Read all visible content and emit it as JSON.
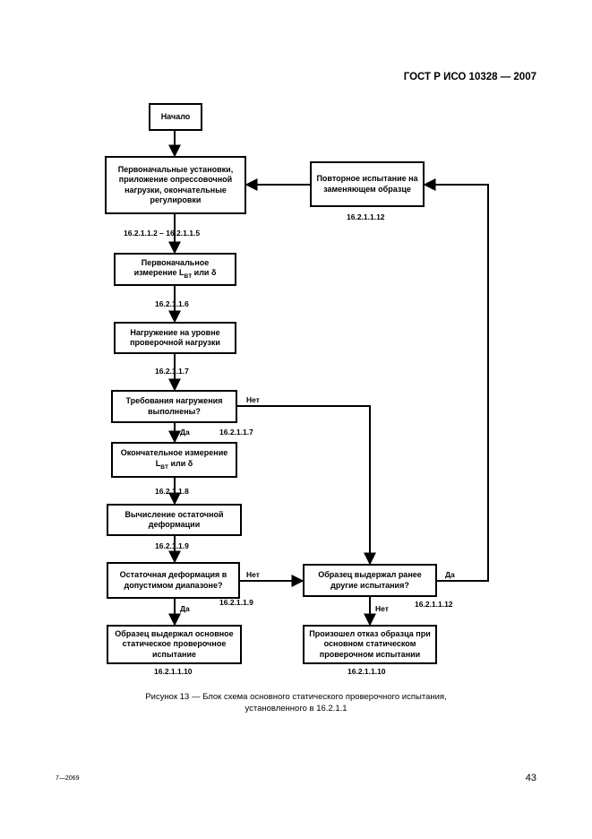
{
  "header": {
    "standard": "ГОСТ Р ИСО 10328 — 2007"
  },
  "boxes": {
    "start": "Начало",
    "initial_setup": "Первоначальные установки, приложение опрессовочной нагрузки, окончательные регулировки",
    "retest": "Повторное испытание на заменяющем образце",
    "initial_measure_pre": "Первоначальное измерение L",
    "initial_measure_sub": "BT",
    "initial_measure_post": " или δ",
    "loading": "Нагружение на уровне проверочной нагрузки",
    "requirements": "Требования нагружения выполнены?",
    "final_measure_pre": "Окончательное измерение L",
    "final_measure_sub": "BT",
    "final_measure_post": " или δ",
    "residual_calc": "Вычисление остаточной деформации",
    "residual_ok": "Остаточная деформация в допустимом диапазоне?",
    "passed_other": "Образец выдержал ранее другие испытания?",
    "sample_passed": "Образец выдержал основное статическое проверочное испытание",
    "sample_failed": "Произошел отказ образца при основном статическом проверочном испытании"
  },
  "labels": {
    "ref_setup": "16.2.1.1.2 – 16.2.1.1.5",
    "ref_retest": "16.2.1.1.12",
    "ref_initial_measure": "16.2.1.1.6",
    "ref_loading": "16.2.1.1.7",
    "ref_requirements": "16.2.1.1.7",
    "ref_final_measure": "16.2.1.1.8",
    "ref_residual_calc": "16.2.1.1.9",
    "ref_residual_ok": "16.2.1.1.9",
    "ref_passed_other": "16.2.1.1.12",
    "ref_sample_passed": "16.2.1.1.10",
    "ref_sample_failed": "16.2.1.1.10",
    "no_requirements": "Нет",
    "yes_requirements": "Да",
    "no_residual": "Нет",
    "yes_residual": "Да",
    "yes_passed_other": "Да",
    "no_passed_other": "Нет"
  },
  "caption": {
    "line1": "Рисунок 13 — Блок схема основного статического проверочного испытания,",
    "line2": "установленного в 16.2.1.1"
  },
  "footer": {
    "left": "7—2069",
    "page": "43"
  }
}
